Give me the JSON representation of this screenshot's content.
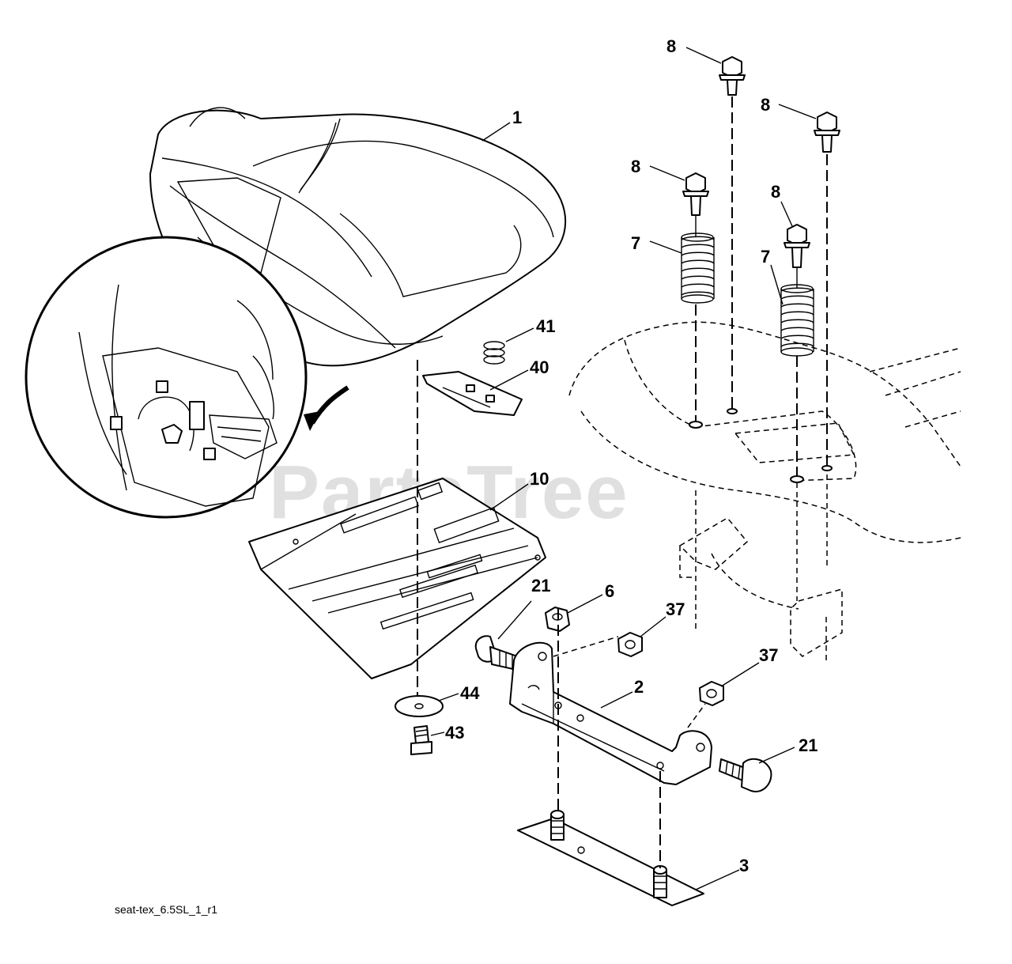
{
  "diagram": {
    "caption": "seat-tex_6.5SL_1_r1",
    "watermark": "PartsTree",
    "callouts": {
      "seat": "1",
      "seat_bracket": "2",
      "mount_plate": "3",
      "nut_6": "6",
      "spring_left": "7",
      "spring_right": "7",
      "bolt_8a": "8",
      "bolt_8b": "8",
      "bolt_8c": "8",
      "bolt_8d": "8",
      "seat_pan": "10",
      "bolt_21_left": "21",
      "bolt_21_right": "21",
      "nut_37_upper": "37",
      "nut_37_lower": "37",
      "spring_41": "41",
      "clip_40": "40",
      "washer_44": "44",
      "screw_43": "43"
    }
  }
}
